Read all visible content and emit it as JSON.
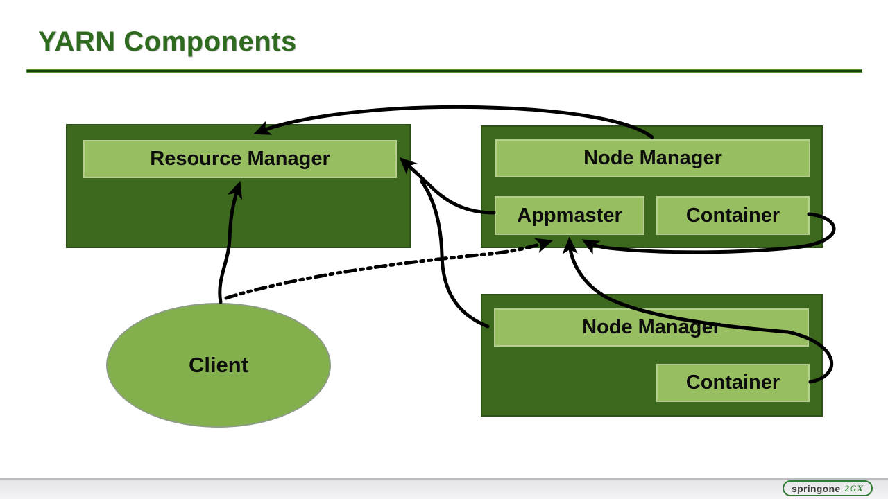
{
  "slide": {
    "title": "YARN Components"
  },
  "nodes": {
    "resource_manager": "Resource Manager",
    "node_manager_top": "Node Manager",
    "appmaster": "Appmaster",
    "container_top": "Container",
    "node_manager_bottom": "Node Manager",
    "container_bottom": "Container",
    "client": "Client"
  },
  "connections": [
    {
      "from": "node_manager_top",
      "to": "resource_manager",
      "style": "solid"
    },
    {
      "from": "appmaster",
      "to": "resource_manager",
      "style": "solid"
    },
    {
      "from": "node_manager_bottom",
      "to": "resource_manager",
      "style": "solid"
    },
    {
      "from": "client",
      "to": "resource_manager",
      "style": "solid"
    },
    {
      "from": "client",
      "to": "appmaster",
      "style": "dashed"
    },
    {
      "from": "container_bottom",
      "to": "appmaster",
      "style": "solid"
    },
    {
      "from": "container_top",
      "to": "appmaster",
      "style": "solid"
    }
  ],
  "footer": {
    "brand": "springone",
    "brand_suffix": "2GX"
  },
  "colors": {
    "title-green": "#2e6b1f",
    "rule-green": "#4f9b31",
    "rule-dark": "#143f0a",
    "box-dark-green": "#3d691f",
    "box-dark-border": "#2c5015",
    "label-light-green": "#98be62",
    "label-border": "#b5cd8e",
    "client-fill": "#83b04d",
    "client-border": "#8d9c85",
    "arrow-black": "#000000",
    "footer-bg": "#ececee",
    "logo-green": "#2e7d32",
    "logo-text": "#3c3c3c"
  }
}
